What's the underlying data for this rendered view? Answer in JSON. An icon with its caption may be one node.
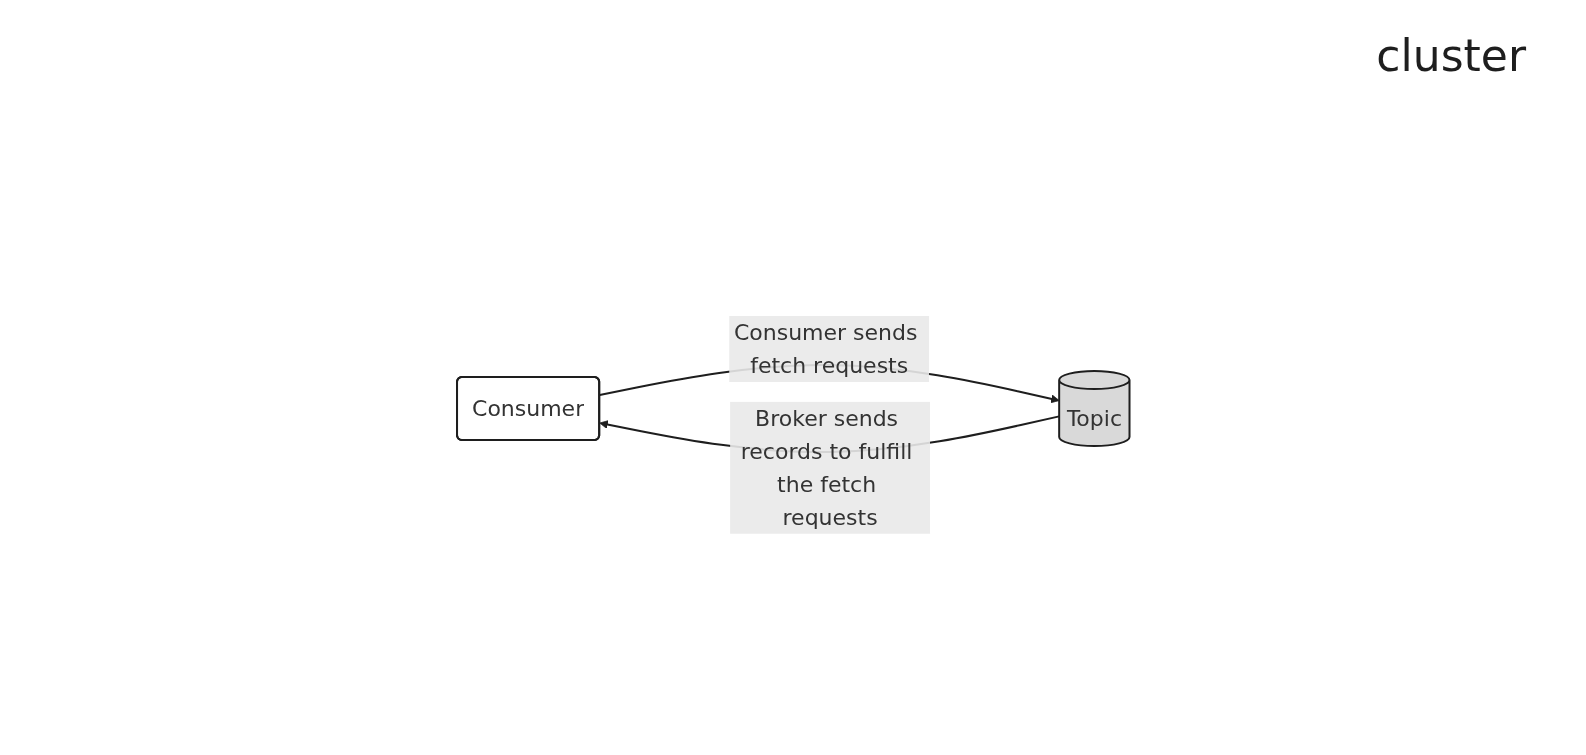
{
  "diagram": {
    "nodes": [
      {
        "text": [
          "Consumer"
        ]
      },
      {
        "text": [
          "Topic"
        ]
      }
    ],
    "edges": [
      {
        "from": 1,
        "to": 0,
        "arrow": "to",
        "label": "Broker sends records to fulfill the fetch requests"
      },
      {
        "from": 0,
        "to": 1,
        "arrow": "to",
        "label": "Consumer sends fetch requests"
      }
    ],
    "labels": [
      "cluster"
    ]
  }
}
